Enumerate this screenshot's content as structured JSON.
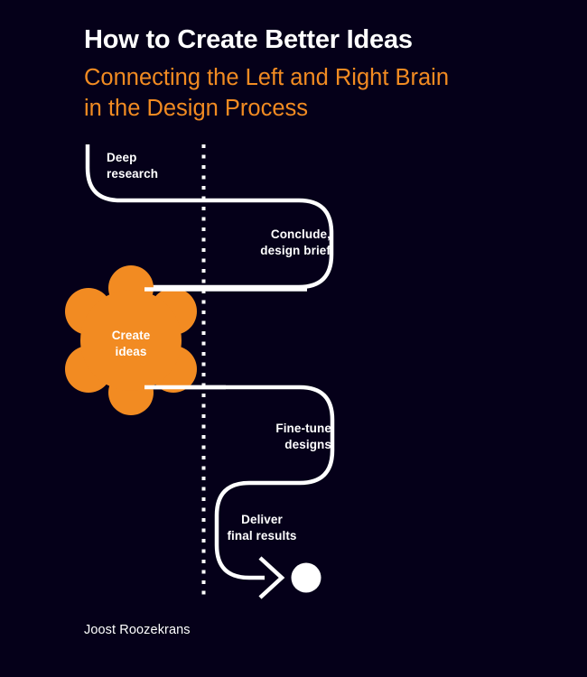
{
  "cover": {
    "background_color": "#050019",
    "accent_color": "#F28B22",
    "text_color": "#ffffff"
  },
  "title": {
    "main": "How to Create Better Ideas",
    "subtitle_line_1": "Connecting the Left and Right Brain",
    "subtitle_line_2": "in the Design Process"
  },
  "diagram": {
    "name": "design-process-flow",
    "divider": "dotted-vertical-line",
    "steps": [
      {
        "id": "deep-research",
        "label_line_1": "Deep",
        "label_line_2": "research"
      },
      {
        "id": "conclude",
        "label_line_1": "Conclude,",
        "label_line_2": "design brief"
      },
      {
        "id": "create-ideas",
        "label_line_1": "Create",
        "label_line_2": "ideas"
      },
      {
        "id": "fine-tune",
        "label_line_1": "Fine-tune",
        "label_line_2": "designs"
      },
      {
        "id": "deliver",
        "label_line_1": "Deliver",
        "label_line_2": "final results"
      }
    ],
    "endpoint": "filled-white-circle",
    "arrow": "chevron-right-arrow"
  },
  "author": {
    "name": "Joost Roozekrans"
  }
}
